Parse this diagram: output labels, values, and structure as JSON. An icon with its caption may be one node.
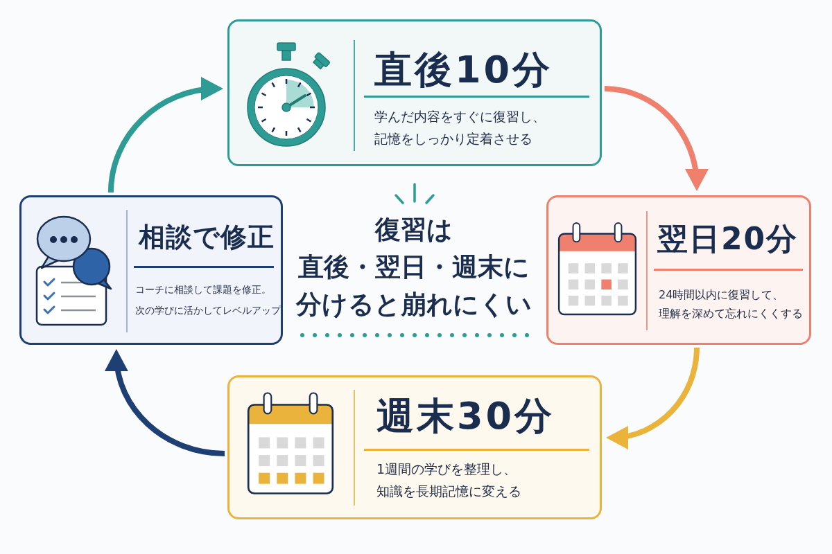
{
  "diagram": {
    "title": "復習は直後・翌日・週末に分けると崩れにくい",
    "nodes": [
      {
        "text": [
          "直後10分",
          "学んだ内容をすぐに復習し、記憶をしっかり定着させる"
        ]
      },
      {
        "text": [
          "相談で修正",
          "コーチに相談して課題を修正。次の学びに活かしてレベルアップ"
        ]
      },
      {
        "text": [
          "翌日20分",
          "24時間以内に復習して、理解を深めて忘れにくくする"
        ]
      },
      {
        "text": [
          "週末30分",
          "1週間の学びを整理し、知識を長期記憶に変える"
        ]
      }
    ],
    "edges": [
      {
        "from": 0,
        "to": 2,
        "arrow": "to",
        "color": "#ef806d"
      },
      {
        "from": 2,
        "to": 3,
        "arrow": "to",
        "color": "#e9b33c"
      },
      {
        "from": 3,
        "to": 1,
        "arrow": "to",
        "color": "#1e3f73"
      },
      {
        "from": 1,
        "to": 0,
        "arrow": "to",
        "color": "#2e9c94"
      }
    ]
  }
}
